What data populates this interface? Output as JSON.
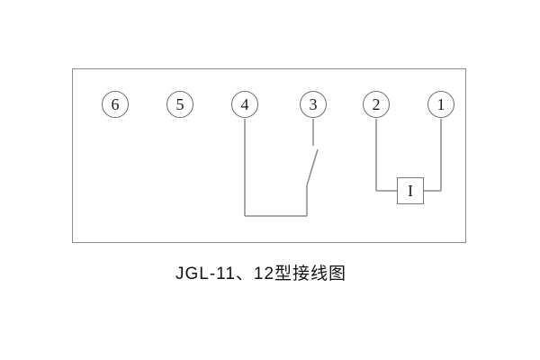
{
  "diagram": {
    "caption": "JGL-11、12型接线图",
    "terminals": [
      "6",
      "5",
      "4",
      "3",
      "2",
      "1"
    ],
    "coil_label": "I",
    "components": {
      "contact": "normally-open contact between terminals 4 and 3",
      "current_coil": "current coil I between terminals 2 and 1"
    },
    "colors": {
      "line": "#8a8a8a",
      "text": "#1a1a1a",
      "background": "#ffffff"
    }
  }
}
